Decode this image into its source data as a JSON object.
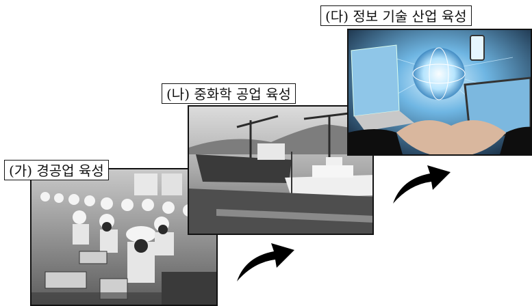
{
  "steps": [
    {
      "label": "(가) 경공업 육성"
    },
    {
      "label": "(나) 중화학 공업 육성"
    },
    {
      "label": "(다) 정보 기술 산업 육성"
    }
  ],
  "colors": {
    "arrow": "#000000",
    "frame": "#111111",
    "it_background": "#1b2e44",
    "it_glow": "#8fd3ff"
  },
  "icons": [
    "curved-arrow-icon",
    "curved-arrow-icon"
  ]
}
